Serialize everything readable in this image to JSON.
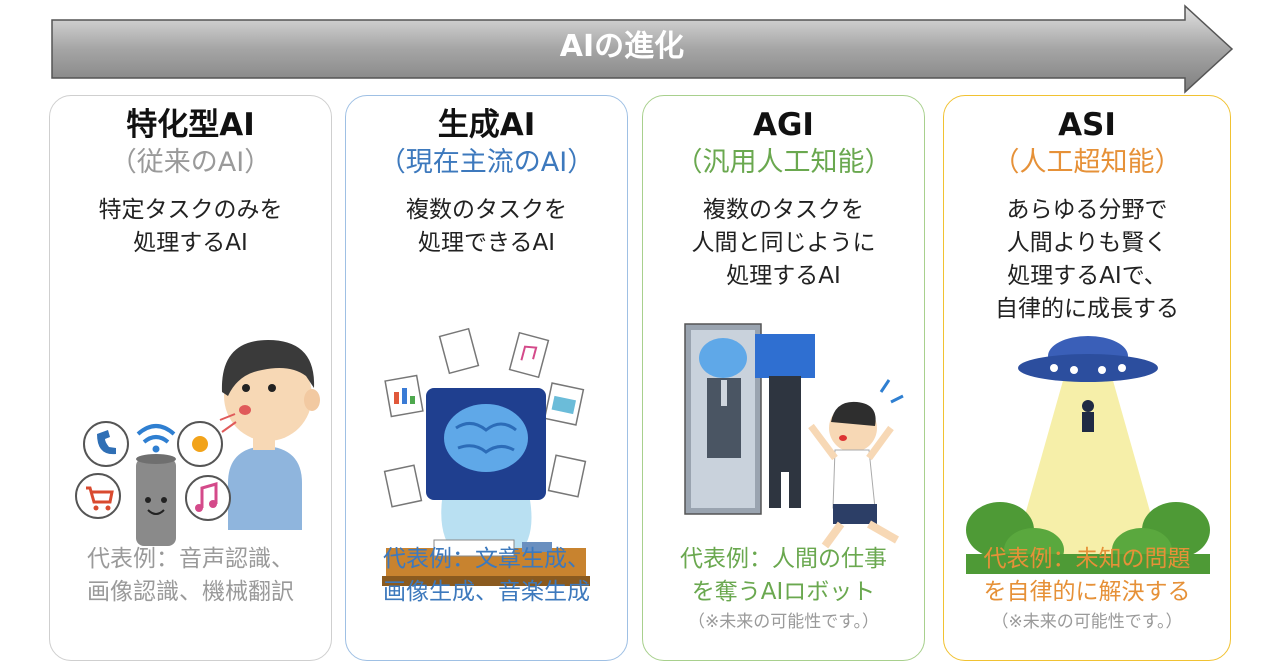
{
  "header": {
    "title": "AIの進化"
  },
  "colors": {
    "gray": "#9a9a9a",
    "blue": "#3d79bd",
    "green": "#6aa84f",
    "orange": "#e69138"
  },
  "cards": [
    {
      "title": "特化型AI",
      "subtitle": "（従来のAI）",
      "desc": [
        "特定タスクのみを",
        "処理するAI"
      ],
      "example": [
        "代表例：音声認識、",
        "画像認識、機械翻訳"
      ],
      "note": "",
      "illustration": "smart-speaker-person"
    },
    {
      "title": "生成AI",
      "subtitle": "（現在主流のAI）",
      "desc": [
        "複数のタスクを",
        "処理できるAI"
      ],
      "example": [
        "代表例：文章生成、",
        "画像生成、音楽生成"
      ],
      "note": "",
      "illustration": "brain-at-desk"
    },
    {
      "title": "AGI",
      "subtitle": "（汎用人工知能）",
      "desc": [
        "複数のタスクを",
        "人間と同じように",
        "処理するAI"
      ],
      "example": [
        "代表例：人間の仕事",
        "を奪うAIロボット"
      ],
      "note": "（※未来の可能性です。）",
      "illustration": "robot-chasing-worker"
    },
    {
      "title": "ASI",
      "subtitle": "（人工超知能）",
      "desc": [
        "あらゆる分野で",
        "人間よりも賢く",
        "処理するAIで、",
        "自律的に成長する"
      ],
      "example": [
        "代表例：未知の問題",
        "を自律的に解決する"
      ],
      "note": "（※未来の可能性です。）",
      "illustration": "ufo-beam"
    }
  ]
}
